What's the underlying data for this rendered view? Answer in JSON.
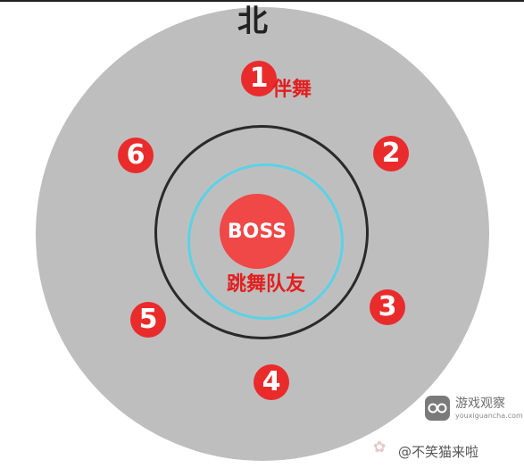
{
  "direction": {
    "north_label": "北"
  },
  "boss": {
    "label": "BOSS"
  },
  "annotations": {
    "position_1_label": "伴舞",
    "center_zone_label": "跳舞队友"
  },
  "positions": [
    {
      "number": "1"
    },
    {
      "number": "2"
    },
    {
      "number": "3"
    },
    {
      "number": "4"
    },
    {
      "number": "5"
    },
    {
      "number": "6"
    }
  ],
  "watermark": {
    "site_name": "游戏观察",
    "site_url": "youxiguancha.com",
    "weibo_handle": "@不笑猫来啦"
  },
  "colors": {
    "arena": "#bfbebf",
    "marker": "#ea2b2b",
    "boss": "#f04747",
    "inner_ring": "#59d3e6",
    "outer_ring": "#2a2a2a",
    "label_text": "#e21f1f"
  }
}
